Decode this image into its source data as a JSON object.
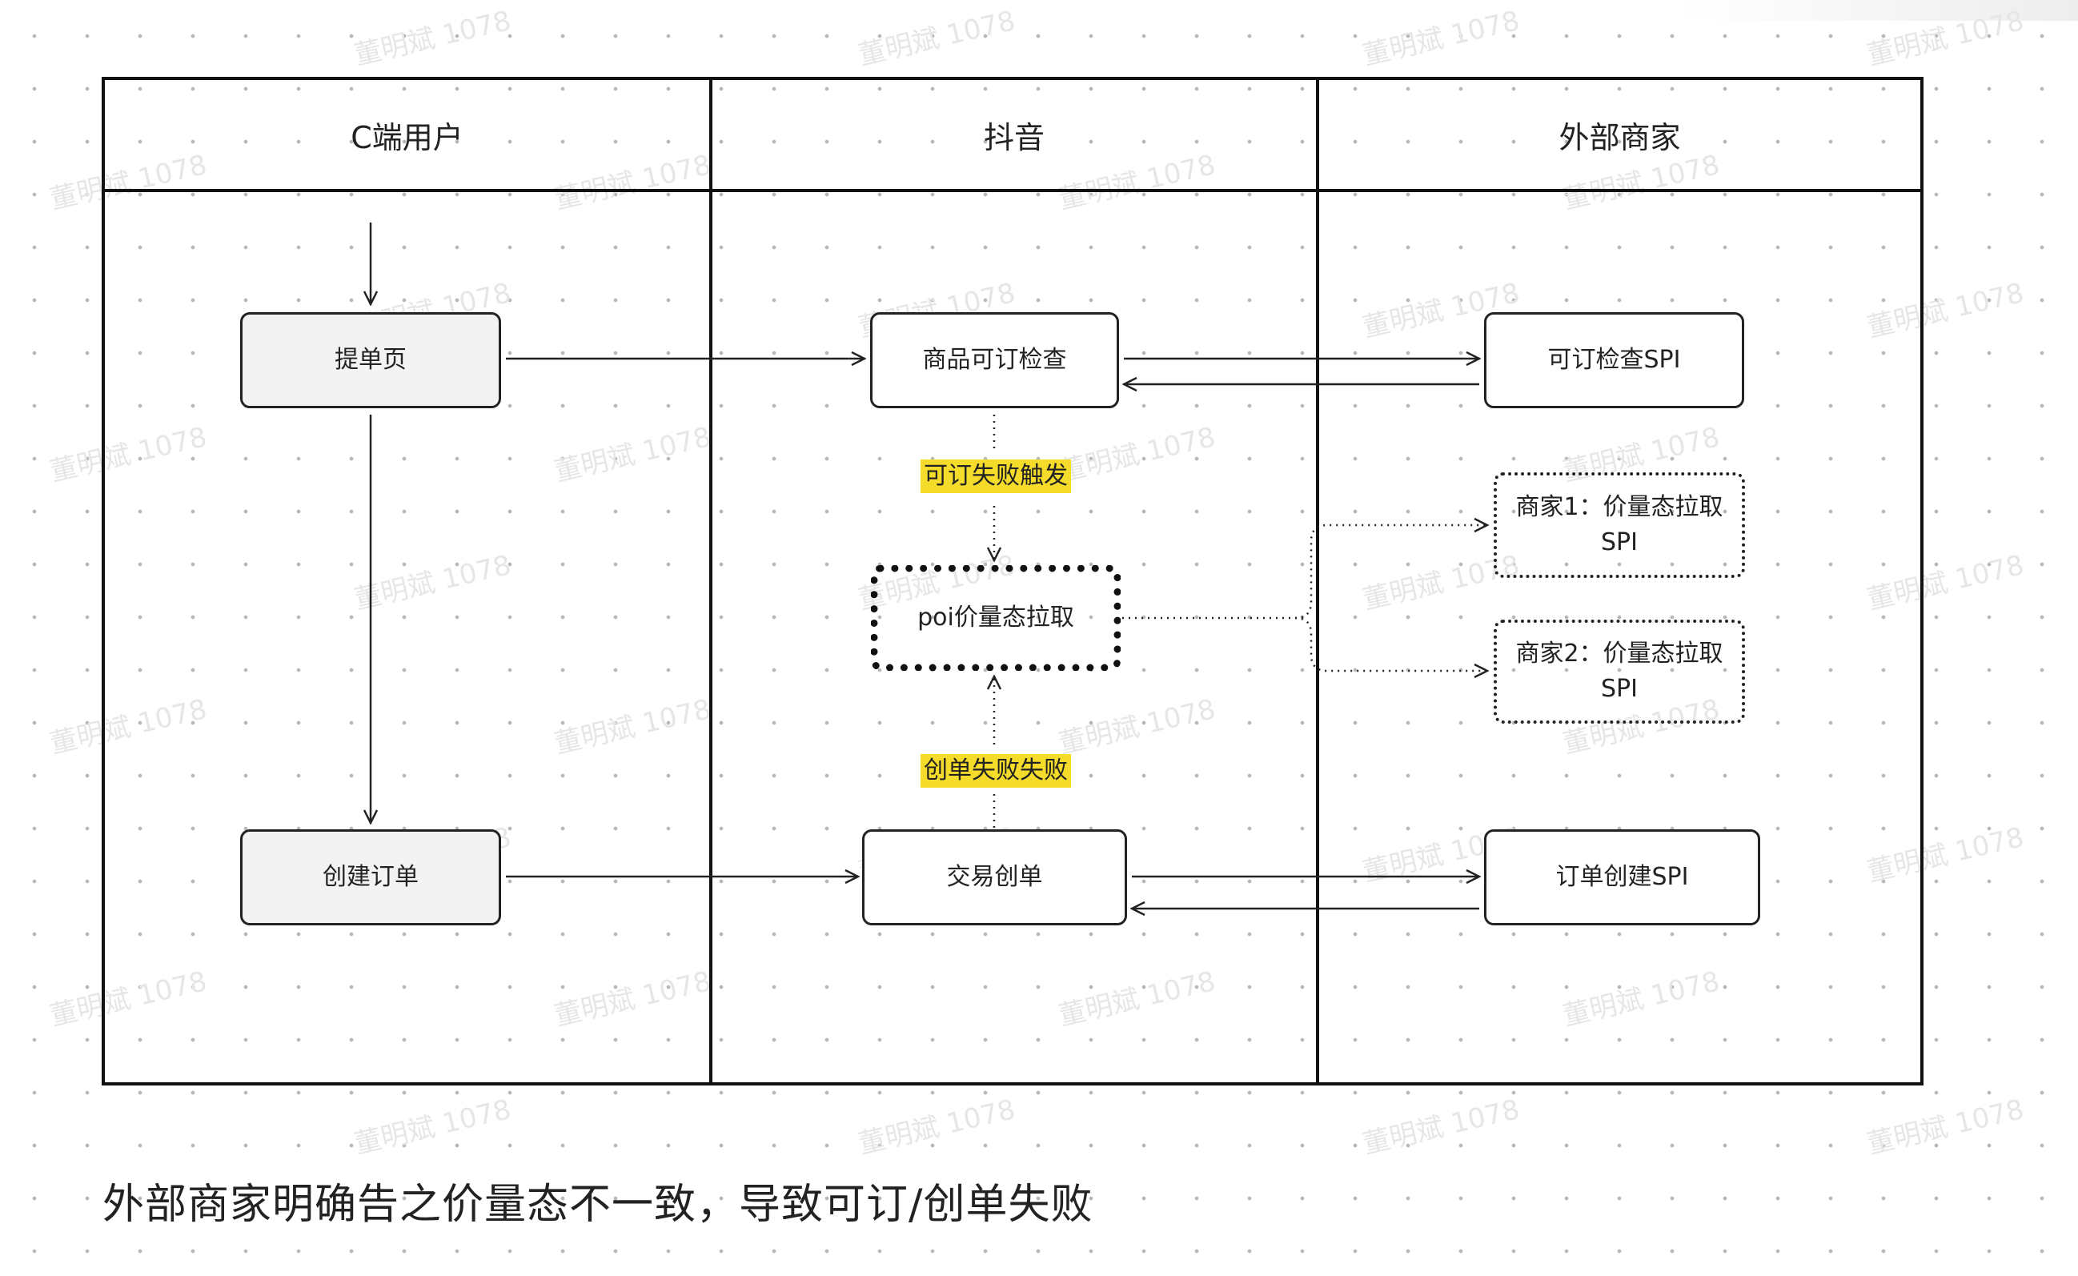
{
  "lanes": {
    "c_user": "C端用户",
    "douyin": "抖音",
    "merchant": "外部商家"
  },
  "nodes": {
    "order_page": "提单页",
    "create_order": "创建订单",
    "product_check": "商品可订检查",
    "poi_fetch": "poi价量态拉取",
    "trade_create": "交易创单",
    "check_spi": "可订检查SPI",
    "merchant1_spi": "商家1：价量态拉取\nSPI",
    "merchant2_spi": "商家2：价量态拉取\nSPI",
    "order_spi": "订单创建SPI"
  },
  "tags": {
    "check_fail": "可订失败触发",
    "create_fail": "创单失败失败"
  },
  "caption": "外部商家明确告之价量态不一致，导致可订/创单失败",
  "watermark_text": "董明斌 1078",
  "colors": {
    "highlight": "#f5dc2a",
    "stroke": "#222222",
    "node_gray": "#f3f3f3"
  }
}
